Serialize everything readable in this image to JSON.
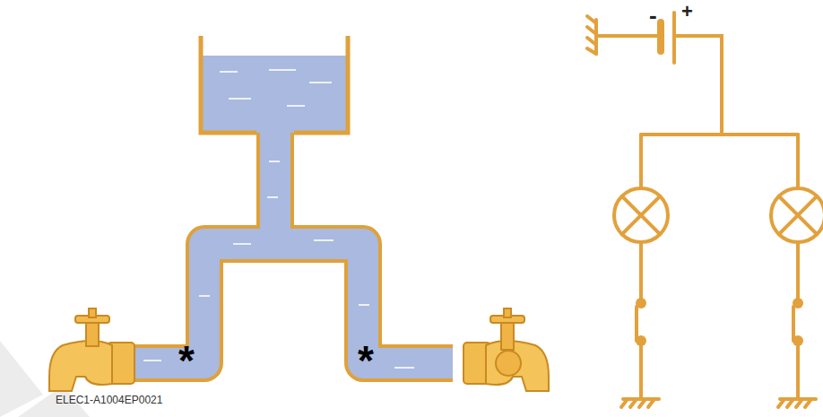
{
  "diagram": {
    "labels": [
      "ELEC1-A1004EP0021",
      "-",
      "+",
      "*",
      "*"
    ]
  }
}
